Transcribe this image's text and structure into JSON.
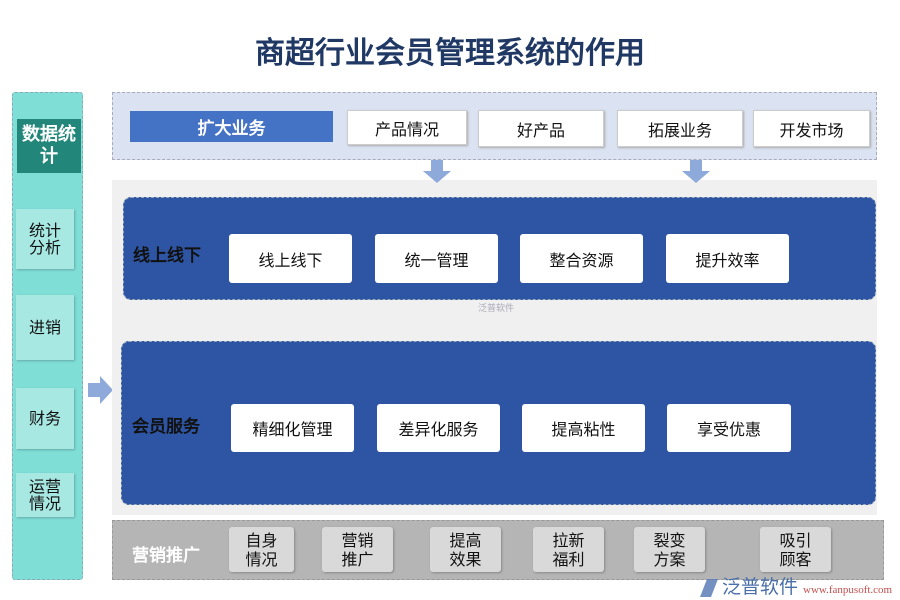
{
  "title": "商超行业会员管理系统的作用",
  "left": {
    "header": "数据统计",
    "items": [
      "统计分析",
      "进销",
      "财务",
      "运营情况"
    ]
  },
  "top": {
    "header": "扩大业务",
    "items": [
      "产品情况",
      "好产品",
      "拓展业务",
      "开发市场"
    ]
  },
  "online": {
    "label": "线上线下",
    "items": [
      "线上线下",
      "统一管理",
      "整合资源",
      "提升效率"
    ]
  },
  "member": {
    "label": "会员服务",
    "items": [
      "精细化管理",
      "差异化服务",
      "提高粘性",
      "享受优惠"
    ]
  },
  "marketing": {
    "label": "营销推广",
    "items": [
      "自身情况",
      "营销推广",
      "提高效果",
      "拉新福利",
      "裂变方案",
      "吸引顾客"
    ]
  },
  "watermark": {
    "center": "泛普软件",
    "logo": "泛普软件",
    "url": "www.fanpusoft.com"
  },
  "colors": {
    "title": "#1f3864",
    "panel": "#2e55a3",
    "accent": "#4472c4",
    "teal": "#22877a"
  }
}
